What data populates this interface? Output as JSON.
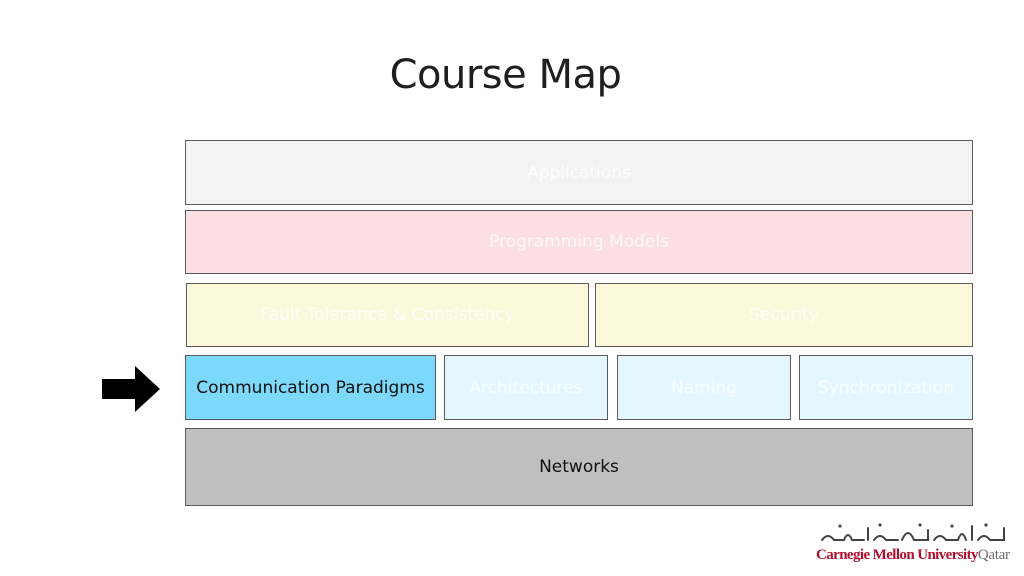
{
  "slide": {
    "title": "Course Map"
  },
  "diagram": {
    "layers": {
      "applications": "Applications",
      "programming_models": "Programming Models",
      "fault_tolerance": "Fault Tolerance & Consistency",
      "security": "Security",
      "communication_paradigms": "Communication Paradigms",
      "architectures": "Architectures",
      "naming": "Naming",
      "synchronization": "Synchronization",
      "networks": "Networks"
    },
    "current_topic": "Communication Paradigms"
  },
  "logo": {
    "english": "Carnegie Mellon University",
    "qatar": "Qatar"
  },
  "colors": {
    "applications": "#f3f3f3",
    "programming_models": "#fbdfe2",
    "middle_layer": "#fcf8dc",
    "highlighted": "#7dd9fb",
    "lower_layer": "#e5f7fe",
    "networks": "#bfbfbf",
    "logo_red": "#b0102e"
  },
  "icons": {
    "pointer": "right-arrow-icon"
  }
}
